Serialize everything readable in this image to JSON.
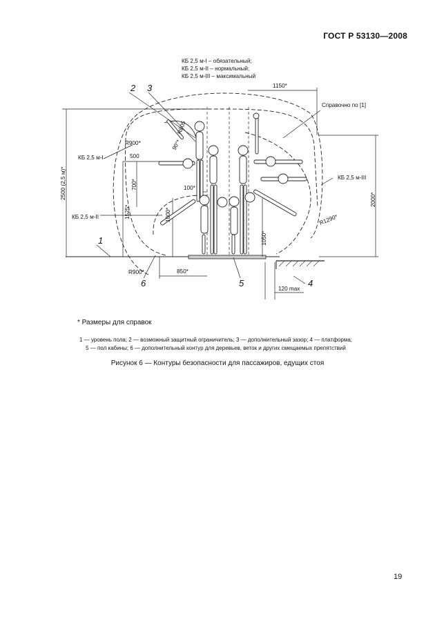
{
  "header": {
    "doc_code": "ГОСТ Р 53130—2008"
  },
  "figure": {
    "classes": [
      "КБ 2,5 м-I – обязательный;",
      "КБ 2,5 м-II – нормальный;",
      "КБ 2,5 м-III – максимальный"
    ],
    "labels": {
      "kb1": "КБ 2,5 м-I",
      "kb2": "КБ 2,5 м-II",
      "kb3": "КБ 2,5 м-III",
      "reference": "Справочно по [1]"
    },
    "dims": {
      "d1150": "1150*",
      "d500": "500",
      "d700": "700*",
      "d1525": "1525*",
      "d100": "100*",
      "d1000": "1000*",
      "d1050": "1050*",
      "d2000": "2000*",
      "d2500": "2500 (2,5 м)*",
      "d850": "850*",
      "d120": "120 max",
      "r900a": "R900*",
      "r900b": "R900*",
      "r805": "R805",
      "r1290": "R1290*",
      "ang": "90°*"
    },
    "callouts": [
      "1",
      "2",
      "3",
      "4",
      "5",
      "6"
    ]
  },
  "footnote": "* Размеры для справок",
  "legend": [
    "1 — уровень пола; 2 — возможный защитный ограничитель; 3 — дополнительный зазор; 4 — платформа;",
    "5 — пол кабины; 6 — дополнительный контур для деревьев, веток и других смещаемых препятствий"
  ],
  "caption": "Рисунок 6 — Контуры безопасности для пассажиров, едущих стоя",
  "page_number": "19"
}
